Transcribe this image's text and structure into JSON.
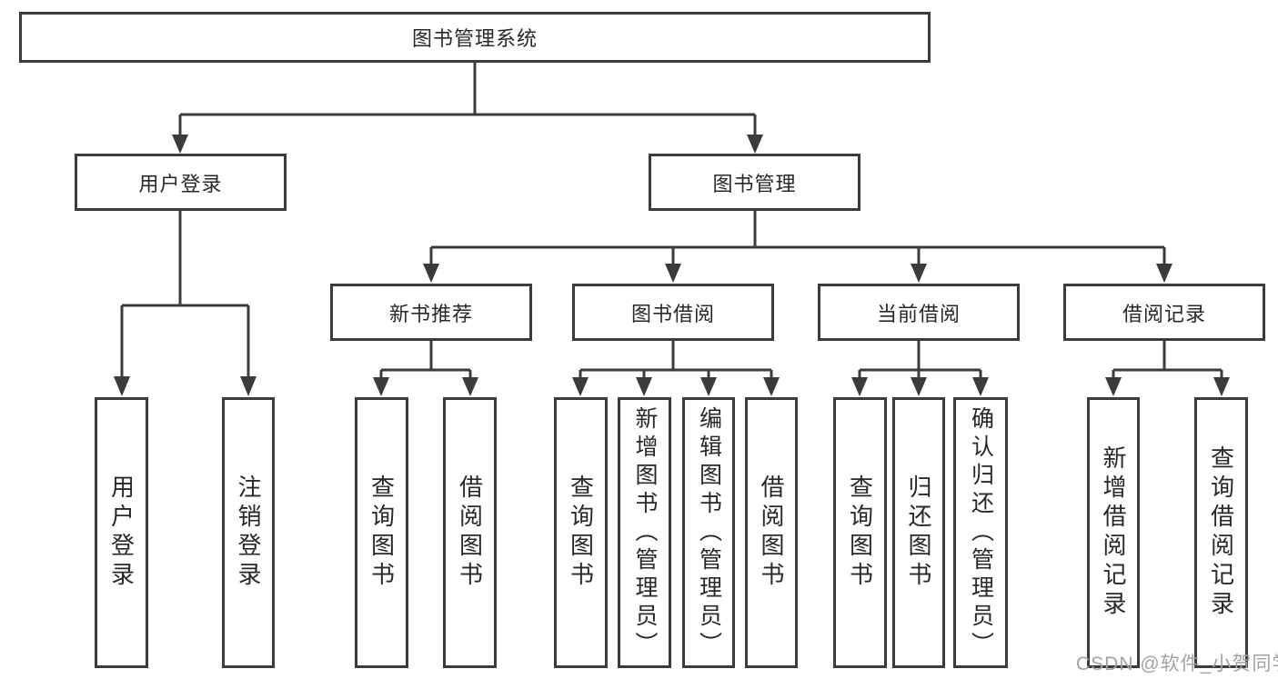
{
  "colors": {
    "line": "#3b3b3b",
    "box_border": "#3b3b3b",
    "text": "#282828",
    "watermark": "#a2a2a2",
    "background": "#ffffff"
  },
  "watermark": {
    "text": "CSDN @软件_小贺同学"
  },
  "tree": {
    "root": {
      "label": "图书管理系统",
      "children": [
        {
          "label": "用户登录",
          "children": [
            {
              "label": "用户登录"
            },
            {
              "label": "注销登录"
            }
          ]
        },
        {
          "label": "图书管理",
          "children": [
            {
              "label": "新书推荐",
              "children": [
                {
                  "label": "查询图书"
                },
                {
                  "label": "借阅图书"
                }
              ]
            },
            {
              "label": "图书借阅",
              "children": [
                {
                  "label": "查询图书"
                },
                {
                  "label": "新增图书（管理员）"
                },
                {
                  "label": "编辑图书（管理员）"
                },
                {
                  "label": "借阅图书"
                }
              ]
            },
            {
              "label": "当前借阅",
              "children": [
                {
                  "label": "查询图书"
                },
                {
                  "label": "归还图书"
                },
                {
                  "label": "确认归还（管理员）"
                }
              ]
            },
            {
              "label": "借阅记录",
              "children": [
                {
                  "label": "新增借阅记录"
                },
                {
                  "label": "查询借阅记录"
                }
              ]
            }
          ]
        }
      ]
    }
  }
}
